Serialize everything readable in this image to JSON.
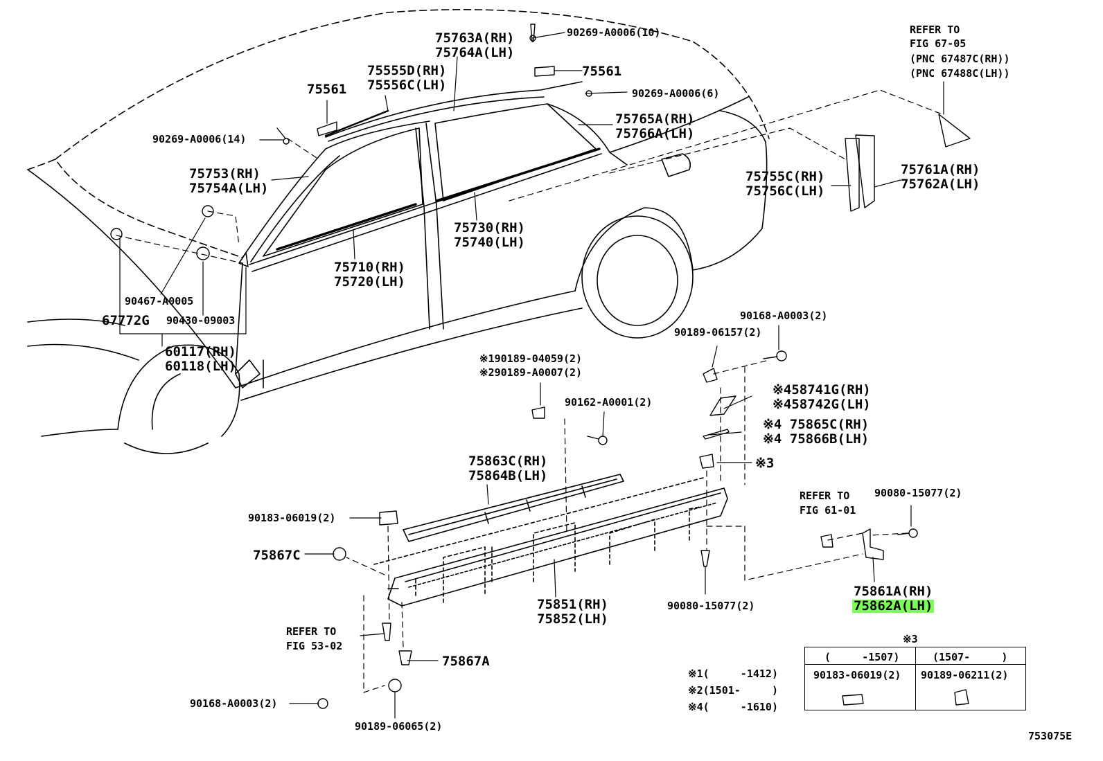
{
  "labels": {
    "p75763": "75763A(RH)",
    "p75764": "75764A(LH)",
    "p90269_10": "90269-A0006(10)",
    "p75555": "75555D(RH)",
    "p75556": "75556C(LH)",
    "p75561_a": "75561",
    "p75561_b": "75561",
    "p90269_6": "90269-A0006(6)",
    "p75765": "75765A(RH)",
    "p75766": "75766A(LH)",
    "p90269_14": "90269-A0006(14)",
    "p75753": "75753(RH)",
    "p75754": "75754A(LH)",
    "p75730": "75730(RH)",
    "p75740": "75740(LH)",
    "p75710": "75710(RH)",
    "p75720": "75720(LH)",
    "p90467": "90467-A0005",
    "p67772": "67772G",
    "p90430": "90430-09003",
    "p60117": "60117(RH)",
    "p60118": "60118(LH)",
    "ref67_1": "REFER TO",
    "ref67_2": "FIG 67-05",
    "ref67_3": "(PNC 67487C(RH))",
    "ref67_4": "(PNC 67488C(LH))",
    "p75755": "75755C(RH)",
    "p75756": "75756C(LH)",
    "p75761": "75761A(RH)",
    "p75762": "75762A(LH)",
    "p90168_top": "90168-A0003(2)",
    "p90189_06157": "90189-06157(2)",
    "p90189_04059": "※190189-04059(2)",
    "p90189_A0007": "※290189-A0007(2)",
    "p90162": "90162-A0001(2)",
    "p58741": "※458741G(RH)",
    "p58742": "※458742G(LH)",
    "p75865": "※4 75865C(RH)",
    "p75866": "※4 75866B(LH)",
    "star3_a": "※3",
    "p75863": "75863C(RH)",
    "p75864": "75864B(LH)",
    "p90183": "90183-06019(2)",
    "p75867c": "75867C",
    "ref61_1": "REFER TO",
    "ref61_2": "FIG 61-01",
    "p90080_right": "90080-15077(2)",
    "p75861": "75861A(RH)",
    "p75862": "75862A(LH)",
    "p75851": "75851(RH)",
    "p75852": "75852(LH)",
    "p90080_bottom": "90080-15077(2)",
    "ref53_1": "REFER TO",
    "ref53_2": "FIG 53-02",
    "p75867a": "75867A",
    "p90168_bottom": "90168-A0003(2)",
    "p90189_06065": "90189-06065(2)",
    "star3_b": "※3",
    "note1": "※1(     -1412)",
    "note2": "※2(1501-     )",
    "note4": "※4(     -1610)",
    "fig_code": "753075E"
  },
  "table": {
    "col1_head": "(     -1507)",
    "col2_head": "(1507-     )",
    "col1_part": "90183-06019(2)",
    "col2_part": "90189-06211(2)"
  },
  "colors": {
    "highlight": "#7dff5a",
    "ink": "#000000",
    "background": "#ffffff"
  }
}
